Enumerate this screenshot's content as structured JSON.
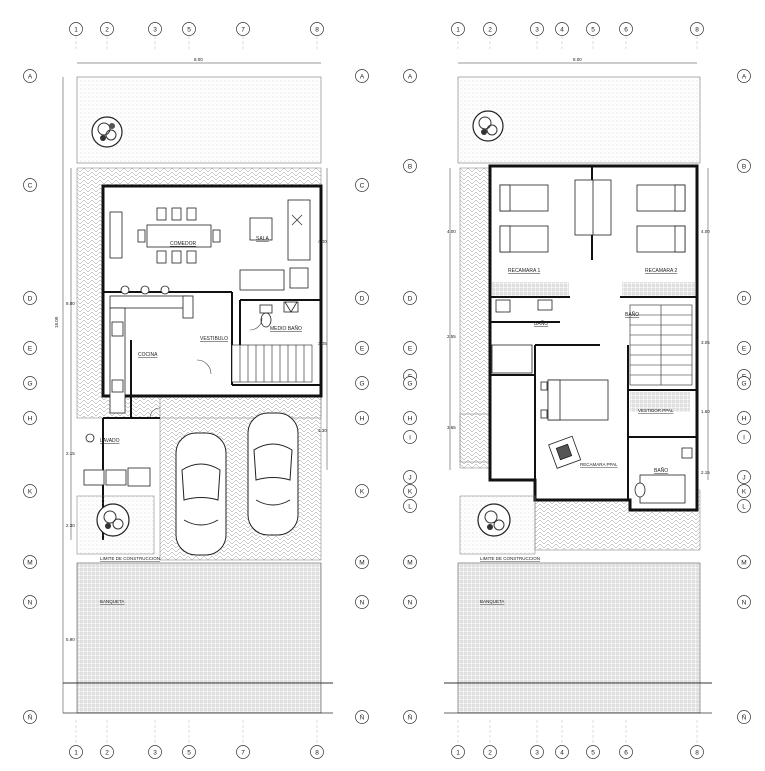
{
  "drawing": {
    "grid_columns_ground": [
      "1",
      "2",
      "3",
      "5",
      "7",
      "8"
    ],
    "grid_columns_upper": [
      "1",
      "2",
      "3",
      "4",
      "5",
      "6",
      "8"
    ],
    "grid_rows_left": [
      "A",
      "C",
      "D",
      "E",
      "G",
      "H",
      "K",
      "M",
      "N",
      "Ñ"
    ],
    "grid_rows_right": [
      "A",
      "B",
      "D",
      "E",
      "F",
      "G",
      "H",
      "I",
      "J",
      "K",
      "L",
      "M",
      "N",
      "Ñ"
    ],
    "dimensions": {
      "width_ground": "8.00",
      "width_upper": "8.00",
      "total_depth": "18.00",
      "ground_left_top": "8.00",
      "ground_left_mid": "2.15",
      "ground_left_low": "2.30",
      "ground_right_top": "4.00",
      "ground_right_mid": "3.05",
      "ground_right_low": "3.30",
      "ground_bottom_left": "5.90",
      "upper_left_top": "4.00",
      "upper_left_mid": "2.55",
      "upper_left_low": "3.65",
      "upper_right_top": "4.00",
      "upper_right_mid": "3.05",
      "upper_right_low": "1.60",
      "upper_right_bottom": "2.15"
    },
    "ground_rooms": {
      "comedor": "COMEDOR",
      "sala": "SALA",
      "cocina": "COCINA",
      "vestibulo": "VESTIBULO",
      "medio_bano": "MEDIO BAÑO",
      "lavado": "LAVADO",
      "limit_construccion": "LIMITE DE CONSTRUCCION",
      "banqueta": "BANQUETA"
    },
    "upper_rooms": {
      "recamara_1": "RECAMARA 1",
      "recamara_2": "RECAMARA 2",
      "bano_1": "BAÑO",
      "bano_2": "BAÑO",
      "vestidor": "VESTIDOR PPAL",
      "recamara_ppal": "RECAMARA PPAL",
      "bano_ppal": "BAÑO",
      "limit_construccion": "LIMITE DE CONSTRUCCION",
      "banqueta": "BANQUETA"
    }
  }
}
